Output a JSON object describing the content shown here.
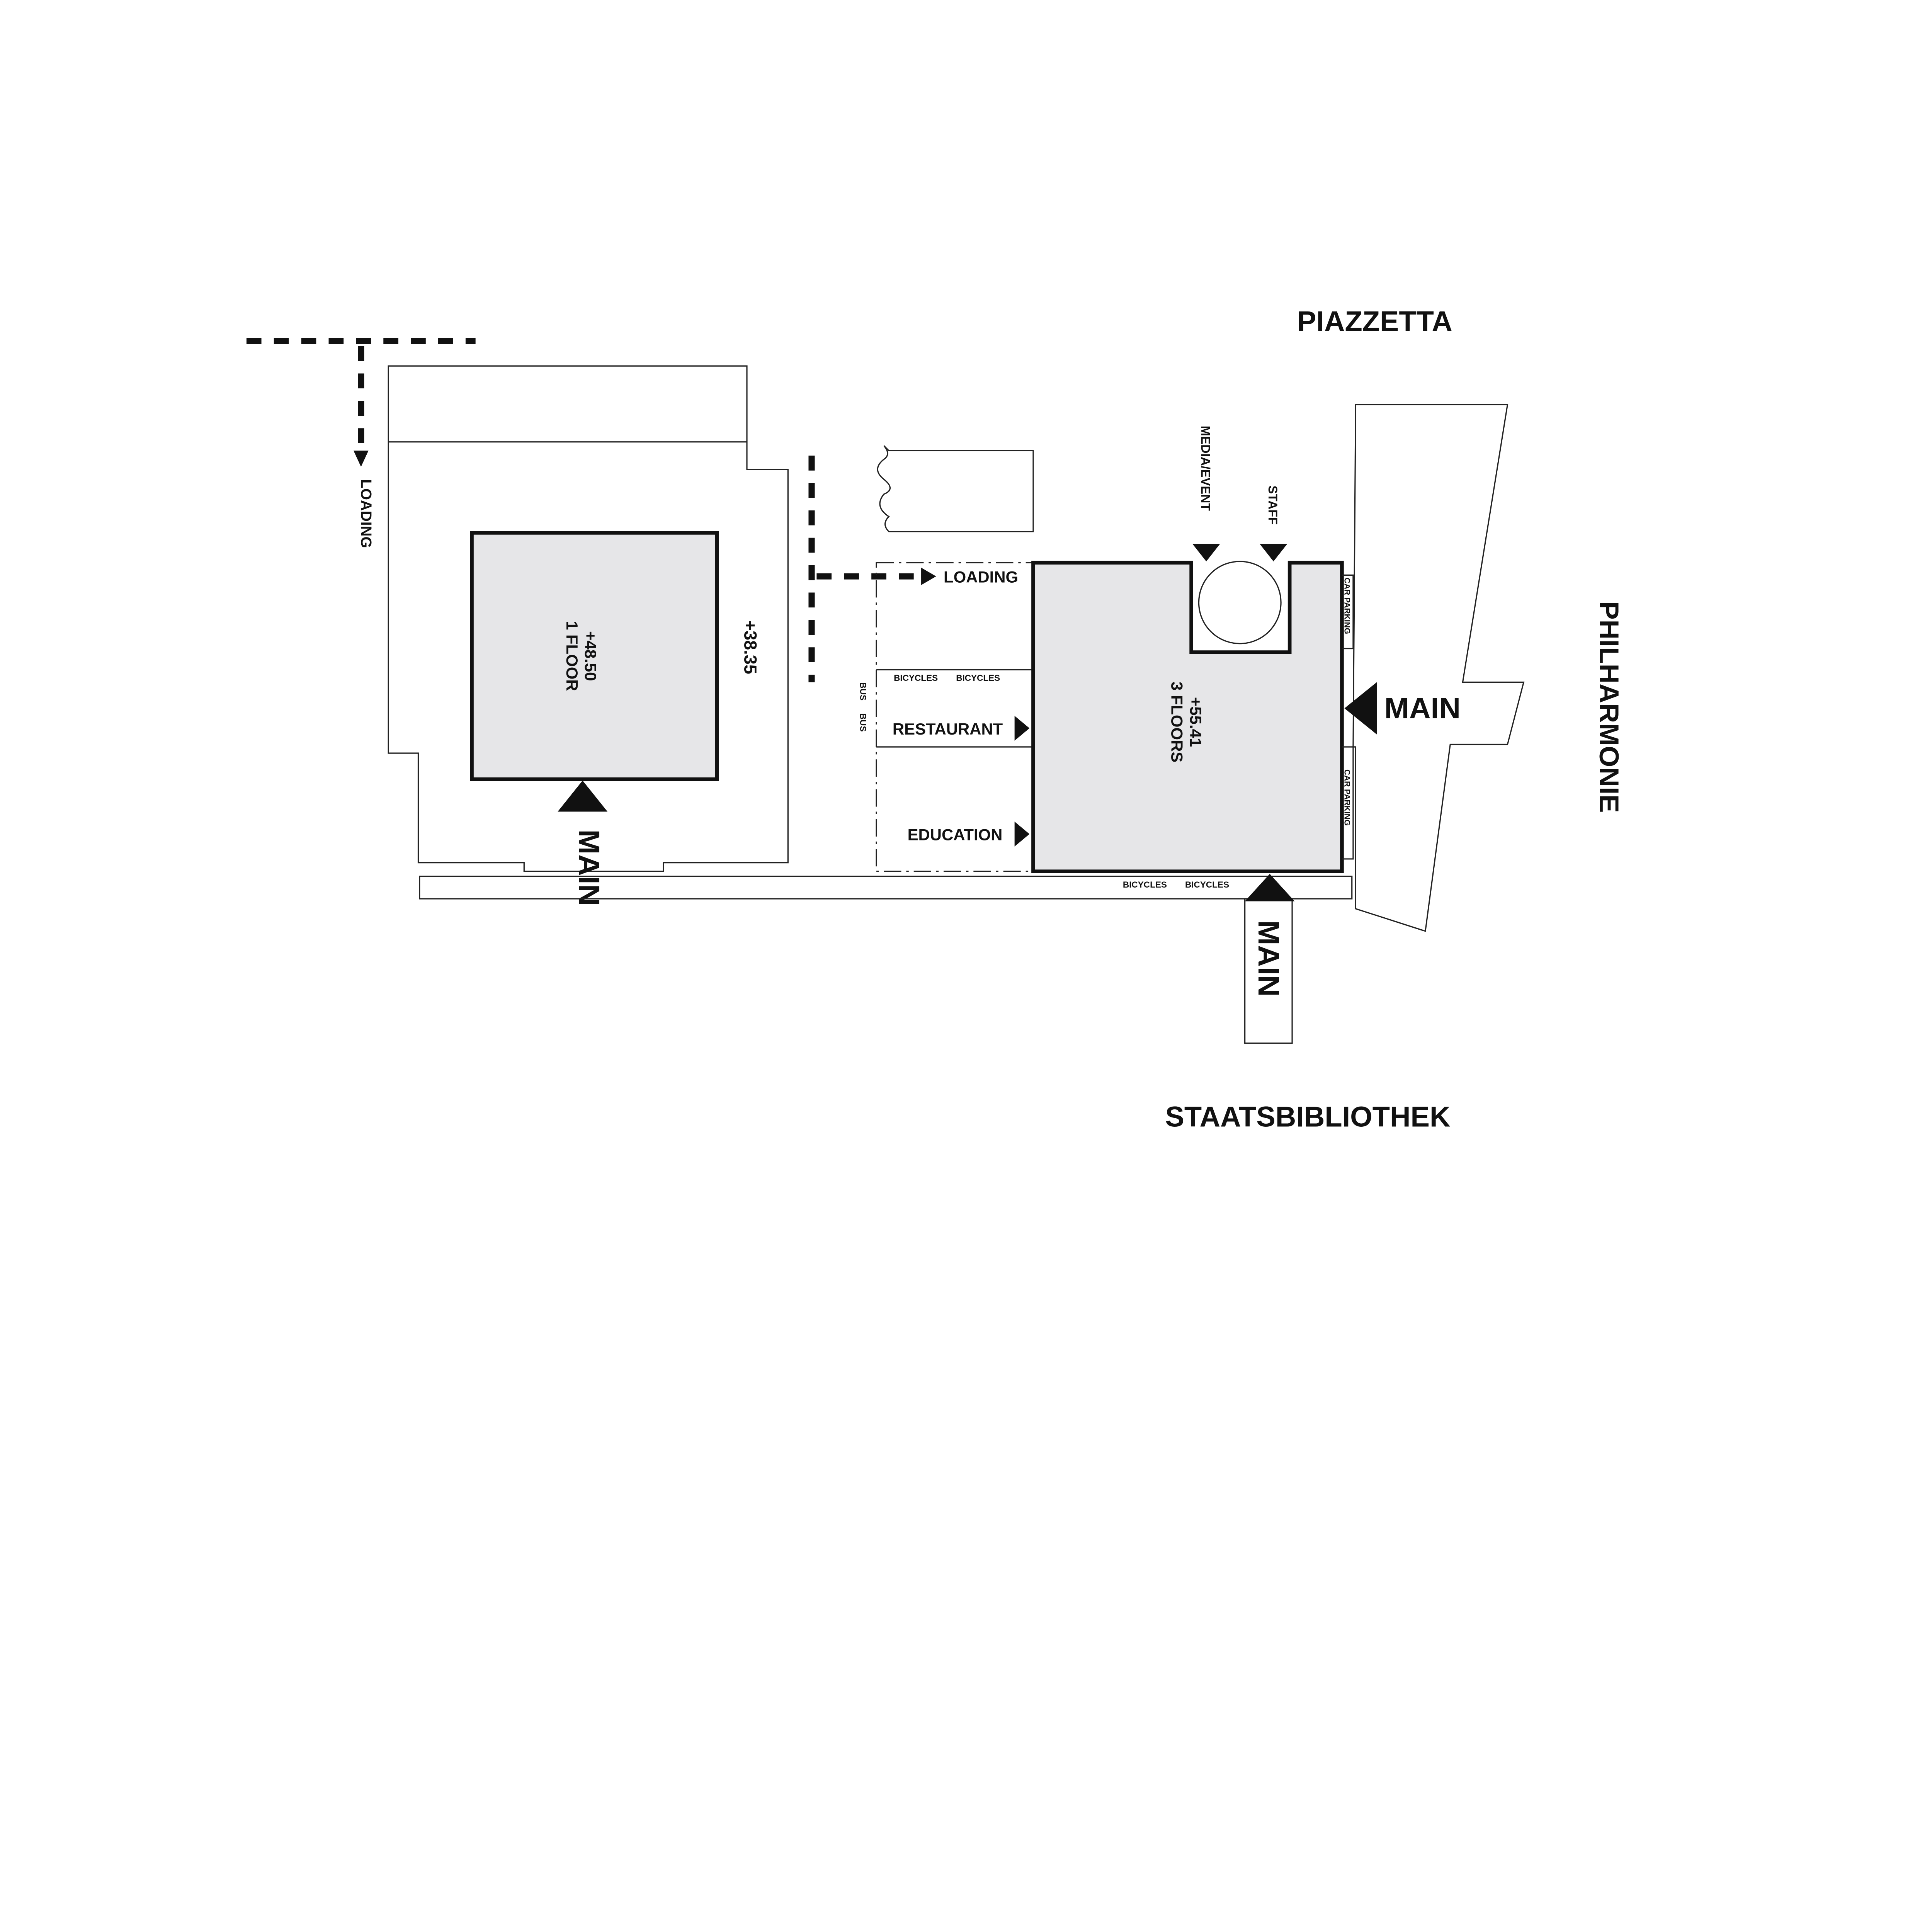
{
  "labels": {
    "piazzetta": "PIAZZETTA",
    "staatsbibliothek": "STAATSBIBLIOTHEK",
    "philharmonie": "PHILHARMONIE",
    "loading_left": "LOADING",
    "loading_right": "LOADING",
    "left_elevation": "+48.50",
    "left_floors": "1 FLOOR",
    "left_ground": "+38.35",
    "left_main": "MAIN",
    "main_elevation": "+55.41",
    "main_floors": "3 FLOORS",
    "media_event": "MEDIA/EVENT",
    "staff": "STAFF",
    "car_parking_top": "CAR PARKING",
    "car_parking_bottom": "CAR PARKING",
    "east_main": "MAIN",
    "south_main": "MAIN",
    "bicycles_1": "BICYCLES",
    "bicycles_2": "BICYCLES",
    "bicycles_3": "BICYCLES",
    "bicycles_4": "BICYCLES",
    "bus_1": "BUS",
    "bus_2": "BUS",
    "restaurant": "RESTAURANT",
    "education": "EDUCATION"
  },
  "colors": {
    "building_fill": "#e6e6e8",
    "line": "#111111"
  }
}
